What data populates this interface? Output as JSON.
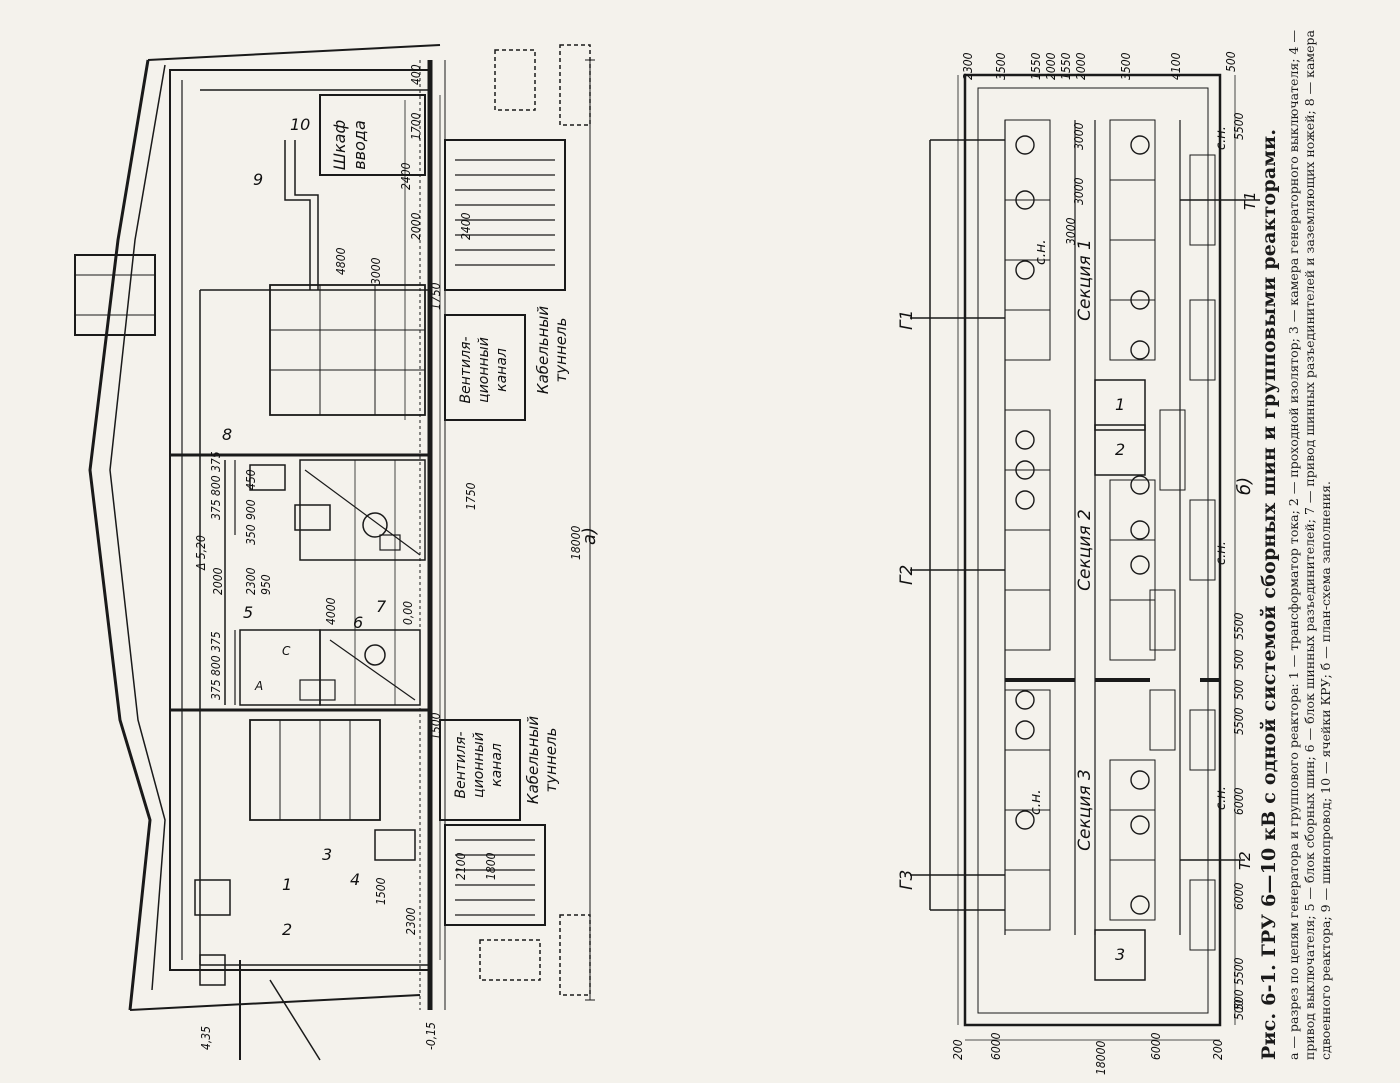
{
  "caption": {
    "title": "Рис. 6-1. ГРУ 6—10 кВ с одной системой сборных шин и групповыми реакторами.",
    "legend": "а — разрез по цепям генератора и группового реактора: 1 — трансформатор тока; 2 — проходной изолятор; 3 — камера генераторного выключателя; 4 — привод выключателя; 5 — блок сборных шин; 6 — блок шинных разъединителей; 7 — привод шинных разъединителей и заземляющих ножей; 8 — камера сдвоенного реактора; 9 — шинопровод; 10 — ячейки КРУ; б — план-схема заполнения."
  },
  "section_a": {
    "view_label": "а)",
    "numbered_labels": [
      "1",
      "2",
      "3",
      "4",
      "5",
      "6",
      "7",
      "8",
      "9",
      "10"
    ],
    "text_labels": {
      "input_cabinet": [
        "Шкаф",
        "ввода"
      ],
      "vent_channel_1": [
        "Вентиля-",
        "ционный",
        "канал"
      ],
      "vent_channel_2": [
        "Вентиля-",
        "ционный",
        "канал"
      ],
      "cable_tunnel_1": [
        "Кабельный",
        "туннель"
      ],
      "cable_tunnel_2": [
        "Кабельный",
        "туннель"
      ],
      "phase_a": "А",
      "phase_c": "С"
    },
    "elevations": [
      "4,35",
      "-0,15",
      "0,00",
      "Δ 5,20"
    ],
    "dimensions": [
      "18000",
      "2300",
      "1500",
      "1500",
      "375 800 375",
      "375 800 375",
      "4000",
      "2000",
      "2300",
      "350",
      "900",
      "450",
      "950",
      "1750",
      "1750",
      "2000",
      "3000",
      "4800",
      "2400",
      "2400",
      "1700",
      "400",
      "2100",
      "1800"
    ]
  },
  "section_b": {
    "view_label": "б)",
    "sections": [
      "Секция 1",
      "Секция 2",
      "Секция 3"
    ],
    "generators": [
      "Г1",
      "Г2",
      "Г3"
    ],
    "transformers": [
      "Т1",
      "Т2"
    ],
    "aux_labels": [
      "с.н.",
      "с.н.",
      "с.н.",
      "с.н.",
      "с.н."
    ],
    "reactor_labels": [
      "1",
      "2",
      "3"
    ],
    "top_dims": [
      "2300",
      "3500",
      "1550",
      "2000",
      "1550",
      "2000",
      "3500",
      "4100",
      "500"
    ],
    "right_dims": [
      "5500",
      "5500",
      "500",
      "5500",
      "500",
      "500",
      "6000",
      "6000",
      "5500",
      "500"
    ],
    "bottom_dims": [
      "200",
      "6000",
      "18000",
      "6000",
      "200"
    ],
    "inner_dims": [
      "3000",
      "3000",
      "3000"
    ]
  }
}
